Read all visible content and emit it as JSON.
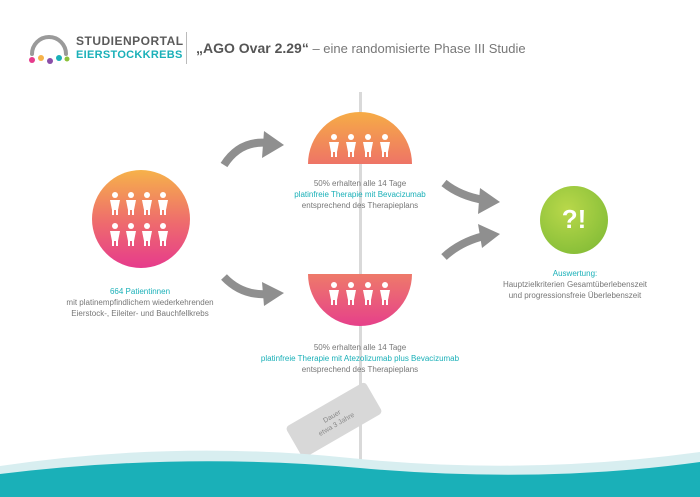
{
  "header": {
    "logo_line1": "STUDIENPORTAL",
    "logo_line2": "EIERSTOCKKREBS",
    "title_bold": "„AGO Ovar 2.29“",
    "title_rest": " – eine randomisierte Phase III Studie"
  },
  "patients": {
    "count_label": "664 Patientinnen",
    "line2": "mit platinempfindlichem wiederkehrenden",
    "line3": "Eierstock-, Eileiter- und Bauchfellkrebs"
  },
  "arm_a": {
    "line1": "50% erhalten alle 14 Tage",
    "line2": "platinfreie Therapie mit Bevacizumab",
    "line3": "entsprechend des Therapieplans"
  },
  "arm_b": {
    "line1": "50% erhalten alle 14 Tage",
    "line2": "platinfreie Therapie mit Atezolizumab plus Bevacizumab",
    "line3": "entsprechend des Therapieplans"
  },
  "result": {
    "symbol": "?!",
    "label": "Auswertung:",
    "line2": "Hauptzielkriterien Gesamtüberlebenszeit",
    "line3": "und progressionsfreie Überlebenszeit"
  },
  "duration": {
    "line1": "Dauer",
    "line2": "etwa 3 Jahre"
  },
  "colors": {
    "teal": "#1ab0b8",
    "orange": "#f6b24a",
    "pink": "#e63b8c",
    "green": "#8cc13a",
    "arrow_gray": "#8f8f8f"
  }
}
